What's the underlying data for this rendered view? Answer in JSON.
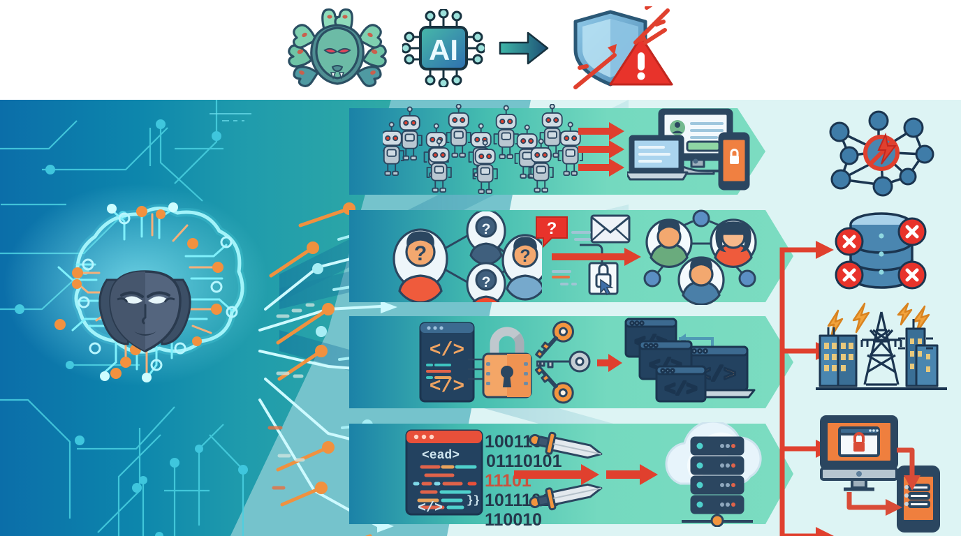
{
  "banner": {
    "name": "threat-evolution-banner",
    "items": [
      {
        "icon": "hydra-icon",
        "label": "Hydra multi-headed threat"
      },
      {
        "icon": "ai-chip-icon",
        "label": "AI"
      },
      {
        "icon": "arrow-right-icon",
        "label": "leads to"
      },
      {
        "icon": "shield-breach-icon",
        "label": "Shield under attack"
      }
    ],
    "ai_chip_text": "AI"
  },
  "source": {
    "name": "ai-brain-source",
    "icon": "brain-circuit-mask-icon",
    "label": "AI brain with deception masks",
    "mask_label": "theater-masks"
  },
  "bands": [
    {
      "id": "band-bot-swarm",
      "label": "Automated bot swarm attack",
      "left_icon": "robot-swarm-icon",
      "left_icon_label": "Robot swarm",
      "arrows": 3,
      "right_icon": "device-cluster-icon",
      "right_icon_label": "Desktop, laptop and locked phone",
      "color": "#6fd7bd"
    },
    {
      "id": "band-social-engineering",
      "label": "Social engineering and phishing",
      "left_icon": "unknown-identity-network-icon",
      "left_icon_label": "Unknown identity network",
      "mid_icons": [
        "question-bubble-icon",
        "envelope-icon",
        "padlock-cursor-icon"
      ],
      "arrows": 1,
      "right_icon": "compromised-people-network-icon",
      "right_icon_label": "Compromised user network",
      "color": "#6fd7bd"
    },
    {
      "id": "band-credential-cracking",
      "label": "Code exploitation and credential cracking",
      "left_icon": "code-window-icon",
      "left_icon_label": "Code window",
      "mid_icons": [
        "padlock-icon",
        "key-orange-icon",
        "key-silver-icon",
        "key-orange-icon"
      ],
      "arrows": 1,
      "right_icon": "compromised-code-windows-icon",
      "right_icon_label": "Multiple breached code windows and laptop",
      "color": "#6fd7bd",
      "code_glyph": "</>"
    },
    {
      "id": "band-payload-injection",
      "label": "Malicious payload injection into cloud",
      "left_icon": "code-editor-icon",
      "left_icon_label": "Code editor window",
      "editor_tag": "<ead>",
      "editor_footer": "</>",
      "binary_lines": [
        "100110",
        "01110101",
        "11101",
        "10111010",
        "110010"
      ],
      "mid_icons": [
        "sword-icon",
        "sword-icon"
      ],
      "arrows": 2,
      "right_icon": "cloud-server-icon",
      "right_icon_label": "Cloud server stack",
      "color": "#6fd7bd"
    }
  ],
  "outcomes": [
    {
      "id": "outcome-network-disruption",
      "icon": "network-disrupted-icon",
      "label": "Network node disrupted"
    },
    {
      "id": "outcome-data-breach",
      "icon": "database-breached-icon",
      "label": "Database records compromised"
    },
    {
      "id": "outcome-infrastructure-attack",
      "icon": "power-grid-attack-icon",
      "label": "Power grid and buildings attacked"
    },
    {
      "id": "outcome-ransomware",
      "icon": "ransomware-device-icon",
      "label": "Ransomware locked desktop and phone"
    }
  ],
  "colors": {
    "brand_blue": "#0b76ad",
    "brand_teal": "#1c93ab",
    "band_green": "#6fd7bd",
    "panel_light": "#ddf4f4",
    "accent_red": "#e8402a",
    "accent_orange": "#f0913f",
    "dark_navy": "#2b4660",
    "cyan_line": "#4fd2e3",
    "white": "#ffffff"
  }
}
